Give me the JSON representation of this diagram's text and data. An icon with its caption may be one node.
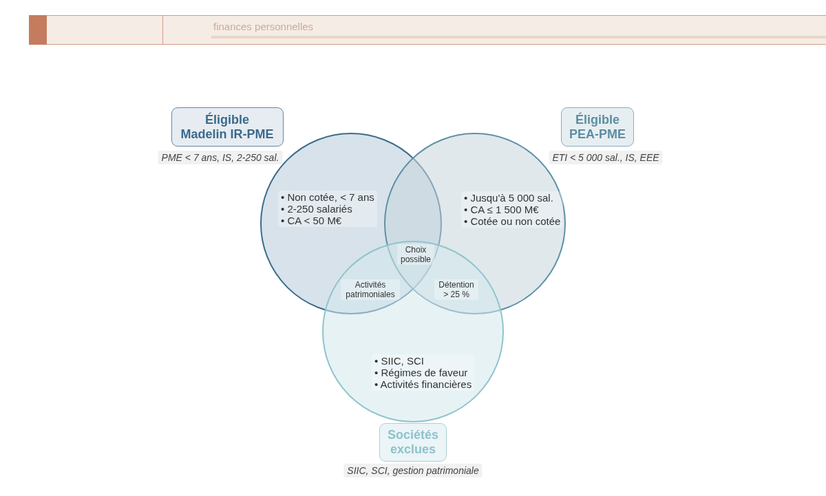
{
  "diagram": {
    "nodes": [
      {
        "text": [
          "Éligible Madelin IR-PME"
        ]
      },
      {
        "text": [
          "Éligible PEA-PME"
        ]
      },
      {
        "text": [
          "• Non cotée, < 7 ans",
          "• 2-250 salariés",
          "• CA < 50 M€"
        ]
      },
      {
        "text": [
          "• Jusqu'à 5 000 sal.",
          "• CA ≤ 1 500 M€",
          "• Cotée ou non cotée"
        ]
      },
      {
        "text": [
          "• SIIC, SCI",
          "• Régimes de faveur",
          "• Activités financières"
        ]
      },
      {
        "text": [
          "Sociétés exclues"
        ],
        "beside": [
          "SIIC, SCI, gestion patrimoniale"
        ]
      }
    ],
    "labels": [
      "finances personnelles",
      "PME < 7 ans, IS, 2-250 sal.",
      "ETI < 5 000 sal., IS, EEE",
      "Choix possible",
      "Activités patrimoniales",
      "Détention > 25 %"
    ]
  }
}
